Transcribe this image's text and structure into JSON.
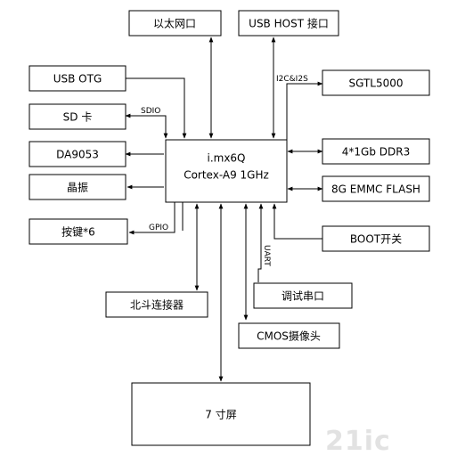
{
  "cpu": {
    "line1": "i.mx6Q",
    "line2": "Cortex-A9 1GHz"
  },
  "boxes": {
    "ethernet": "以太网口",
    "usb_host": "USB HOST 接口",
    "usb_otg": "USB OTG",
    "sd": "SD 卡",
    "da9053": "DA9053",
    "crystal": "晶振",
    "keys": "按键*6",
    "sgtl5000": "SGTL5000",
    "ddr3": "4*1Gb DDR3",
    "emmc": "8G EMMC FLASH",
    "boot": "BOOT开关",
    "beidou": "北斗连接器",
    "debug_uart": "调试串口",
    "cmos": "CMOS摄像头",
    "screen": "7 寸屏"
  },
  "links": {
    "sdio": "SDIO",
    "gpio": "GPIO",
    "i2c_i2s": "I2C&I2S",
    "uart": "UART"
  },
  "watermark": "21ic"
}
